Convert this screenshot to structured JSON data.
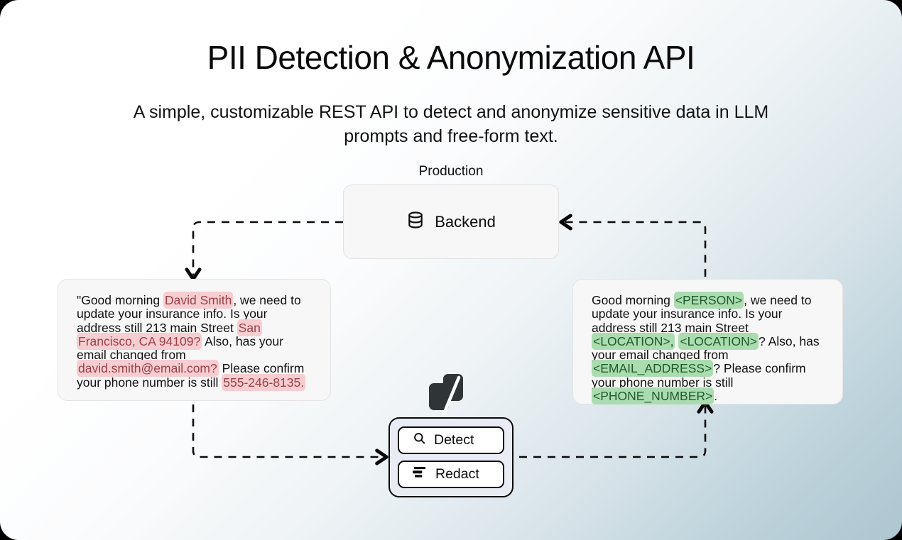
{
  "header": {
    "title": "PII Detection & Anonymization API",
    "subtitle": "A simple, customizable REST API to detect and anonymize sensitive data in LLM prompts and free-form text."
  },
  "production": {
    "label": "Production",
    "backend": {
      "label": "Backend",
      "icon": "database-icon"
    }
  },
  "input_card": {
    "segments": [
      {
        "text": "\"Good morning ",
        "type": "plain"
      },
      {
        "text": "David Smith",
        "type": "pii"
      },
      {
        "text": ", we need to update your insurance info. Is your address still 213 main Street ",
        "type": "plain"
      },
      {
        "text": "San Francisco, CA 94109?",
        "type": "pii"
      },
      {
        "text": " Also, has your email changed from ",
        "type": "plain"
      },
      {
        "text": "david.smith@email.com?",
        "type": "pii"
      },
      {
        "text": " Please confirm your phone number is still ",
        "type": "plain"
      },
      {
        "text": "555-246-8135.",
        "type": "pii"
      }
    ],
    "full_text": "\"Good morning David Smith, we need to update your insurance info. Is your address still 213 main Street San Francisco, CA 94109? Also, has your email changed from david.smith@email.com? Please confirm your phone number is still 555-246-8135."
  },
  "output_card": {
    "segments": [
      {
        "text": "Good morning ",
        "type": "plain"
      },
      {
        "text": "<PERSON>",
        "type": "tag"
      },
      {
        "text": ", we need to update your insurance info. Is your address still 213 main Street ",
        "type": "plain"
      },
      {
        "text": "<LOCATION>,",
        "type": "tag"
      },
      {
        "text": " ",
        "type": "plain"
      },
      {
        "text": "<LOCATION>",
        "type": "tag"
      },
      {
        "text": "? Also, has your email changed from ",
        "type": "plain"
      },
      {
        "text": "<EMAIL_ADDRESS>",
        "type": "tag"
      },
      {
        "text": "? Please confirm your phone number is still ",
        "type": "plain"
      },
      {
        "text": "<PHONE_NUMBER>",
        "type": "tag"
      },
      {
        "text": ".",
        "type": "plain"
      }
    ],
    "full_text": "Good morning <PERSON>, we need to update your insurance info. Is your address still 213 main Street <LOCATION>, <LOCATION>? Also, has your email changed from <EMAIL_ADDRESS>? Please confirm your phone number is still <PHONE_NUMBER>."
  },
  "service": {
    "logo_name": "nightfall-n-logo",
    "buttons": [
      {
        "label": "Detect",
        "icon": "search-icon"
      },
      {
        "label": "Redact",
        "icon": "redact-bars-icon"
      }
    ]
  },
  "colors": {
    "pii_highlight_bg": "#f6cdd1",
    "pii_highlight_text": "#9a4248",
    "tag_highlight_bg": "#abdcb0",
    "tag_highlight_text": "#1f5b2a",
    "card_bg": "#f7f7f7",
    "action_card_bg": "#e9ecf5",
    "logo": "#2f3437",
    "background_start": "#ffffff",
    "background_end": "#aec6d0"
  }
}
